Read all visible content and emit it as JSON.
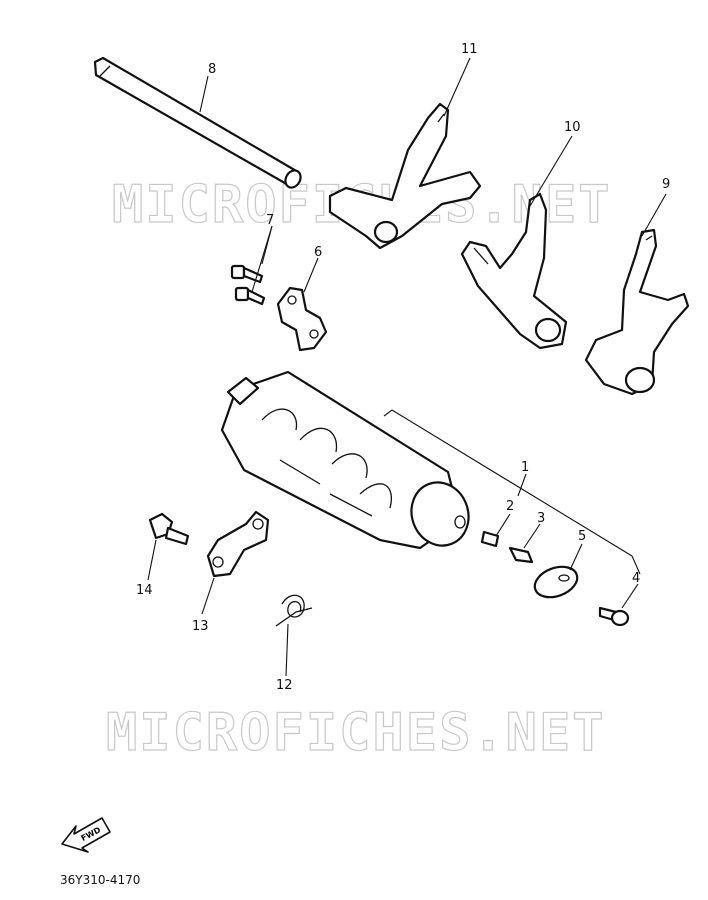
{
  "watermark": {
    "text": "MICROFICHES.NET"
  },
  "callouts": [
    {
      "id": "1",
      "label": "1"
    },
    {
      "id": "2",
      "label": "2"
    },
    {
      "id": "3",
      "label": "3"
    },
    {
      "id": "4",
      "label": "4"
    },
    {
      "id": "5",
      "label": "5"
    },
    {
      "id": "6",
      "label": "6"
    },
    {
      "id": "7",
      "label": "7"
    },
    {
      "id": "8",
      "label": "8"
    },
    {
      "id": "9",
      "label": "9"
    },
    {
      "id": "10",
      "label": "10"
    },
    {
      "id": "11",
      "label": "11"
    },
    {
      "id": "12",
      "label": "12"
    },
    {
      "id": "13",
      "label": "13"
    },
    {
      "id": "14",
      "label": "14"
    }
  ],
  "fwd_arrow": {
    "label": "FWD"
  },
  "diagram_code": "36Y310-4170"
}
